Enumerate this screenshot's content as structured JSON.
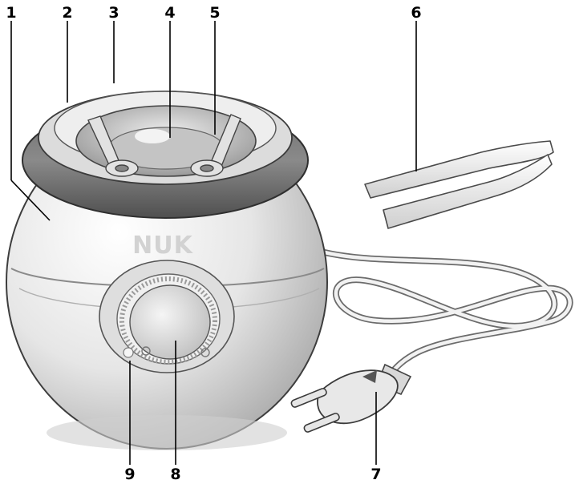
{
  "logo_text": "NUK",
  "callouts": [
    {
      "id": "1",
      "label": "1"
    },
    {
      "id": "2",
      "label": "2"
    },
    {
      "id": "3",
      "label": "3"
    },
    {
      "id": "4",
      "label": "4"
    },
    {
      "id": "5",
      "label": "5"
    },
    {
      "id": "6",
      "label": "6"
    },
    {
      "id": "7",
      "label": "7"
    },
    {
      "id": "8",
      "label": "8"
    },
    {
      "id": "9",
      "label": "9"
    }
  ]
}
